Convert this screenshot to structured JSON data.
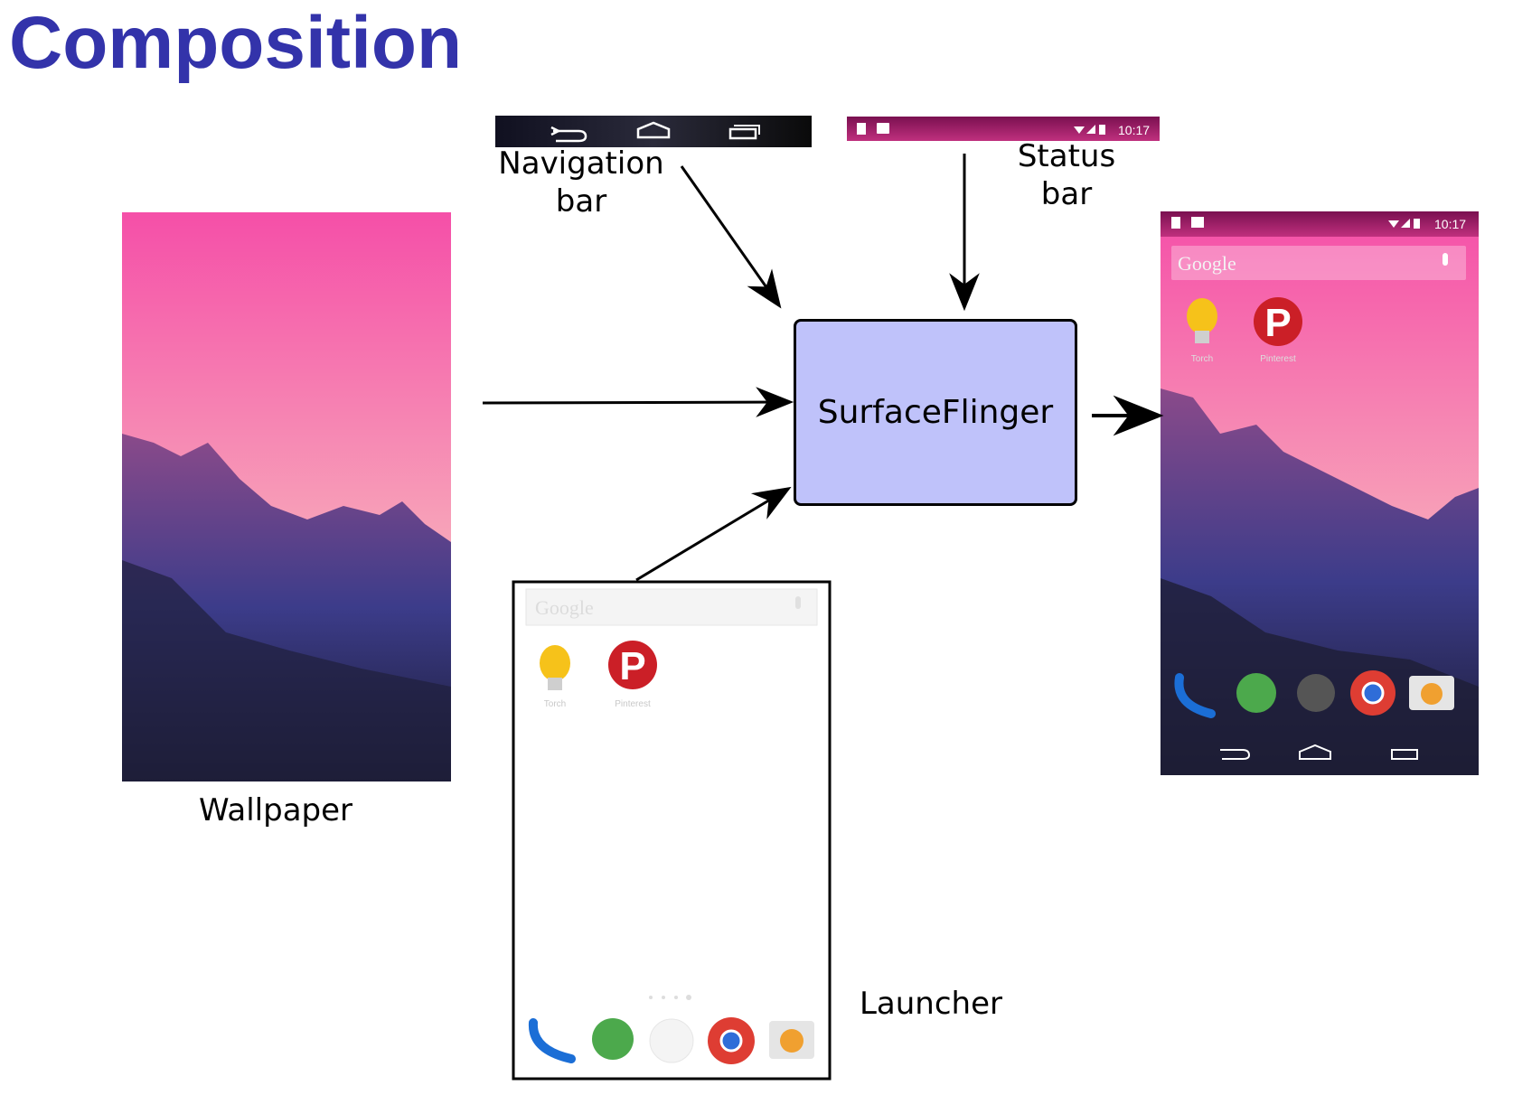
{
  "title": "Composition",
  "labels": {
    "navigation_bar": [
      "Navigation",
      "bar"
    ],
    "status_bar": [
      "Status",
      "bar"
    ],
    "wallpaper": "Wallpaper",
    "launcher": "Launcher",
    "surfaceflinger": "SurfaceFlinger"
  },
  "status_bar": {
    "time": "10:17"
  },
  "launcher": {
    "search_placeholder": "Google",
    "apps": [
      "Torch",
      "Pinterest"
    ],
    "dock": [
      "phone-icon",
      "hangouts-icon",
      "app-drawer-icon",
      "chrome-icon",
      "camera-icon"
    ]
  },
  "result": {
    "search_placeholder": "Google",
    "time": "10:17",
    "apps": [
      "Torch",
      "Pinterest"
    ]
  },
  "colors": {
    "title": "#3333aa",
    "surfaceflinger_fill": "#bfc2fa",
    "status_bar": "#a0206a",
    "wallpaper_top": "#f54fa8",
    "wallpaper_mountain": "#3a3a8a"
  }
}
